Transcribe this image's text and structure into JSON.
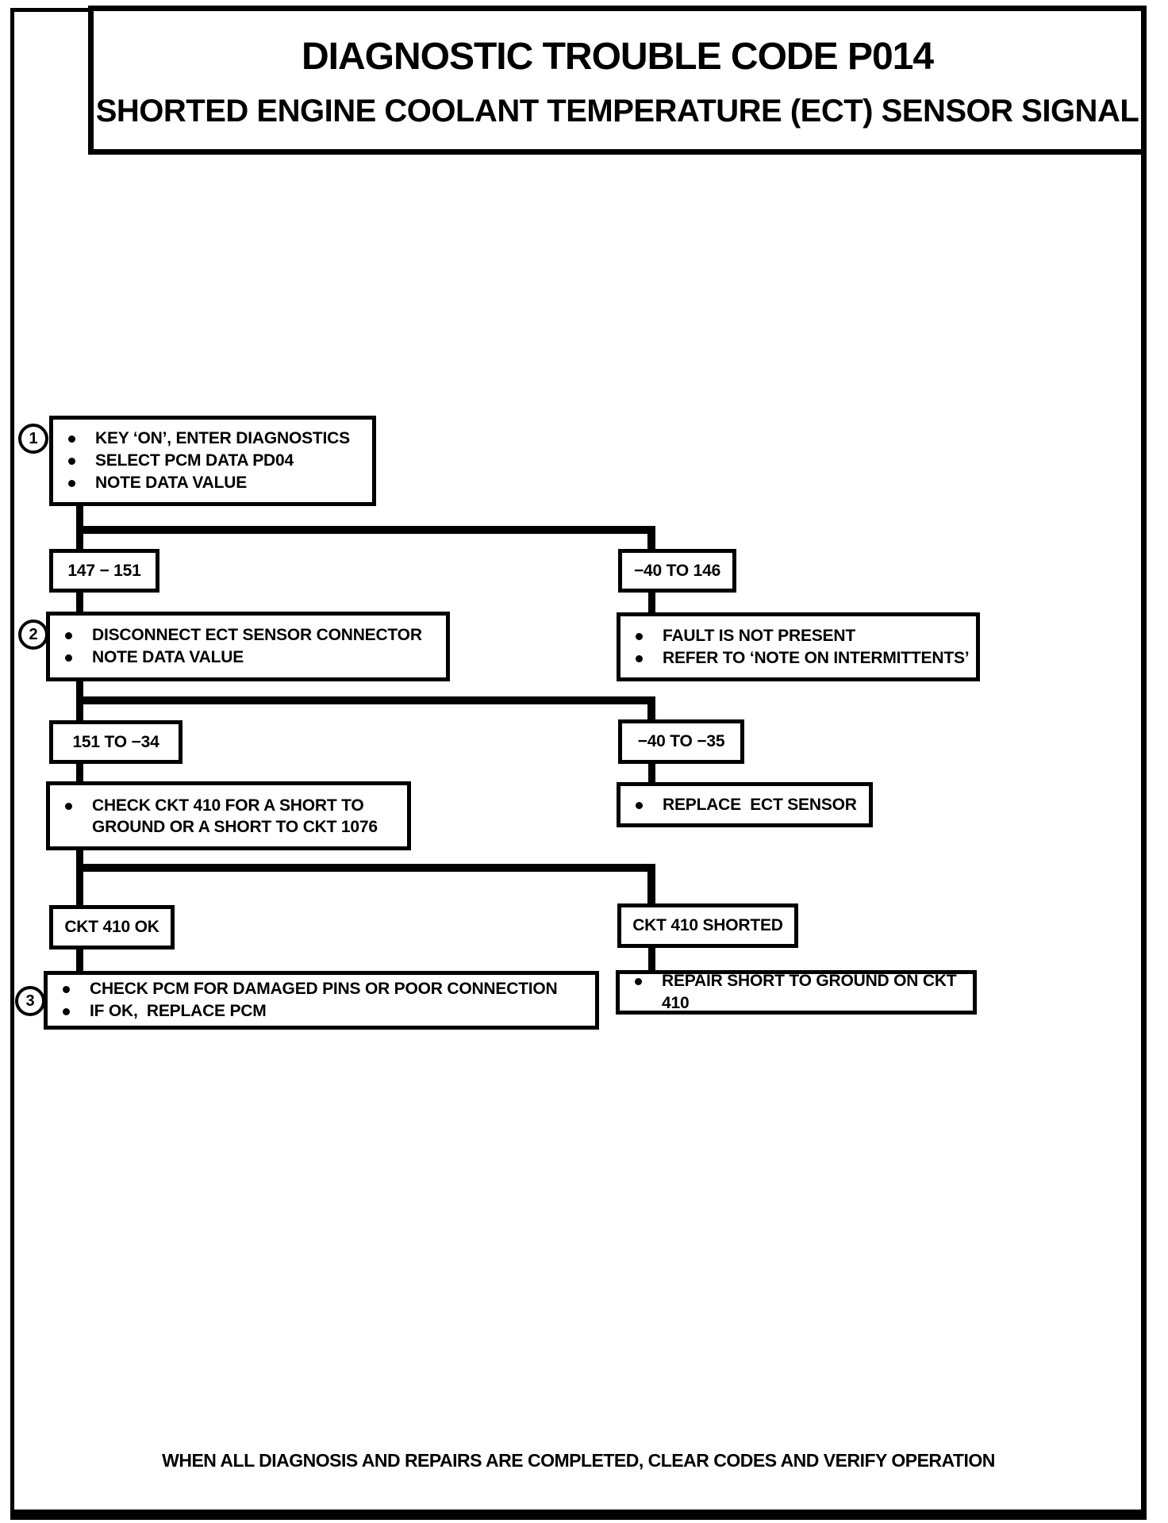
{
  "page": {
    "title": "DIAGNOSTIC TROUBLE CODE P014",
    "subtitle": "SHORTED ENGINE COOLANT TEMPERATURE (ECT) SENSOR SIGNAL",
    "footer": "WHEN ALL DIAGNOSIS AND REPAIRS ARE COMPLETED, CLEAR CODES AND VERIFY OPERATION"
  },
  "colors": {
    "ink": "#000000",
    "paper": "#ffffff"
  },
  "flowchart": {
    "step_markers": {
      "step1": "1",
      "step2": "2",
      "step3": "3"
    },
    "nodes": {
      "step1": {
        "bullets": [
          "KEY ‘ON’, ENTER DIAGNOSTICS",
          "SELECT PCM DATA PD04",
          "NOTE DATA VALUE"
        ]
      },
      "range_147_151": {
        "label": "147 − 151"
      },
      "range_neg40_146": {
        "label": "−40 TO 146"
      },
      "step2": {
        "bullets": [
          "DISCONNECT ECT SENSOR CONNECTOR",
          "NOTE DATA VALUE"
        ]
      },
      "fault_not_present": {
        "bullets": [
          "FAULT IS NOT PRESENT",
          "REFER TO ‘NOTE ON INTERMITTENTS’"
        ]
      },
      "range_151_neg34": {
        "label": "151 TO −34"
      },
      "range_neg40_neg35": {
        "label": "−40 TO −35"
      },
      "check_ckt410": {
        "bullets": [
          "CHECK CKT 410 FOR A SHORT TO GROUND OR A SHORT TO CKT 1076"
        ]
      },
      "replace_ect": {
        "bullets": [
          "REPLACE  ECT SENSOR"
        ]
      },
      "ckt410_ok": {
        "label": "CKT 410 OK"
      },
      "ckt410_shorted": {
        "label": "CKT 410 SHORTED"
      },
      "step3": {
        "bullets": [
          "CHECK PCM FOR DAMAGED PINS OR POOR CONNECTION",
          "IF OK,  REPLACE PCM"
        ]
      },
      "repair_short": {
        "bullets": [
          "REPAIR SHORT TO GROUND ON CKT 410"
        ]
      }
    }
  }
}
